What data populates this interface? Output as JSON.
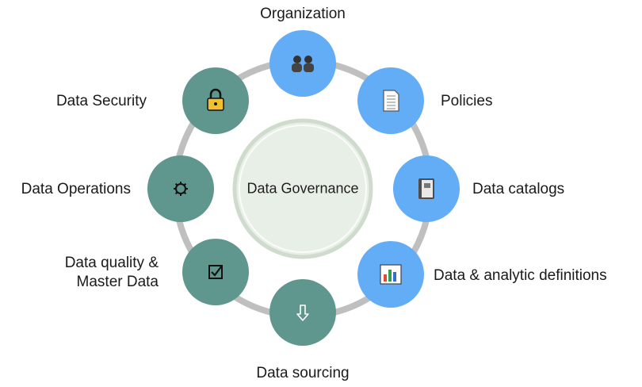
{
  "center": {
    "label": "Data Governance"
  },
  "colors": {
    "blue": "#62adf5",
    "teal": "#5f968d",
    "ring": "#bfbfbf",
    "center_fill": "#e8efe6",
    "center_border": "#cfdccd"
  },
  "nodes": [
    {
      "id": "organization",
      "label": "Organization",
      "color": "blue",
      "icon": "people-icon"
    },
    {
      "id": "policies",
      "label": "Policies",
      "color": "blue",
      "icon": "document-icon"
    },
    {
      "id": "data-catalogs",
      "label": "Data catalogs",
      "color": "blue",
      "icon": "book-icon"
    },
    {
      "id": "data-analytic-definitions",
      "label": "Data & analytic definitions",
      "color": "blue",
      "icon": "bar-chart-icon"
    },
    {
      "id": "data-sourcing",
      "label": "Data sourcing",
      "color": "teal",
      "icon": "down-arrow-icon"
    },
    {
      "id": "data-quality",
      "label": "Data quality &\nMaster Data",
      "color": "teal",
      "icon": "checkbox-icon"
    },
    {
      "id": "data-operations",
      "label": "Data Operations",
      "color": "teal",
      "icon": "gear-icon"
    },
    {
      "id": "data-security",
      "label": "Data Security",
      "color": "teal",
      "icon": "lock-icon"
    }
  ]
}
